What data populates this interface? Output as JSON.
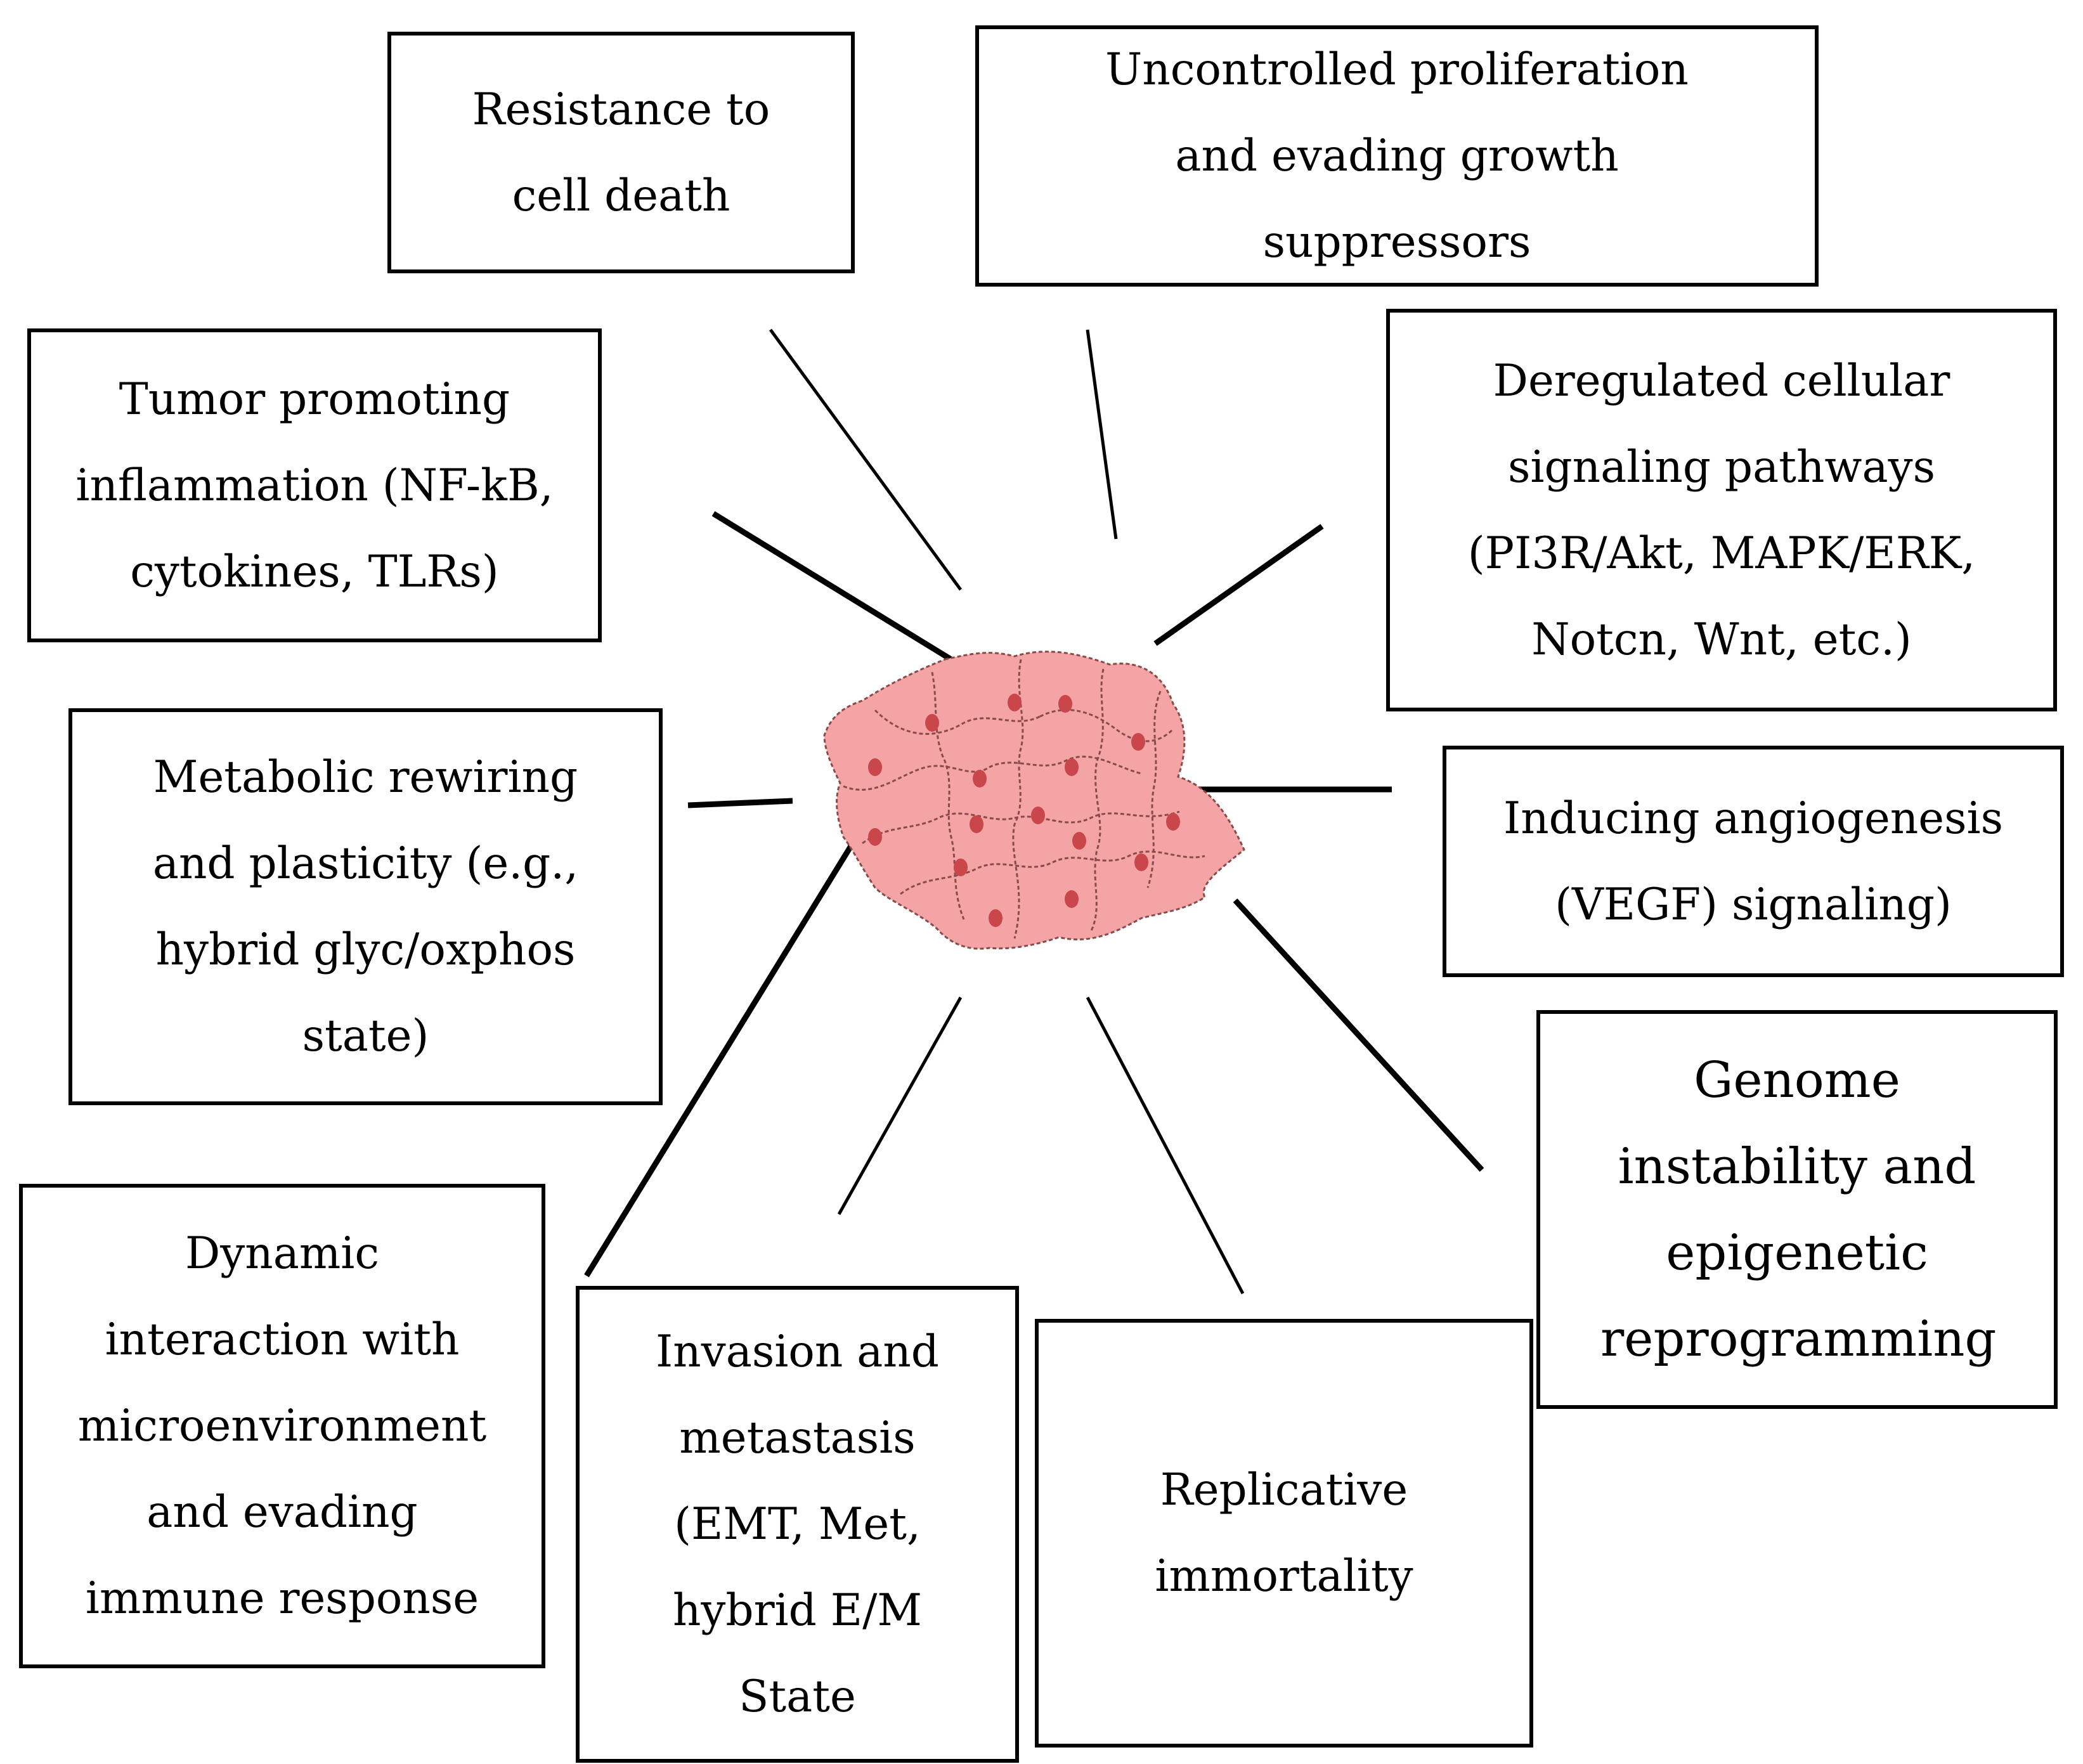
{
  "colors": {
    "line": "#000000",
    "box_border": "#000000",
    "cell_fill": "#f4a4a4",
    "cell_outline": "#8a4a4a",
    "nucleus": "#c9474a"
  },
  "hallmarks": {
    "resistance_death": "Resistance to cell death",
    "uncontrolled_proliferation": "Uncontrolled proliferation and evading growth suppressors",
    "tumor_inflammation": "Tumor promoting inflammation (NF-kB, cytokines, TLRs)",
    "deregulated_signaling": "Deregulated cellular signaling pathways (PI3R/Akt, MAPK/ERK, Notcn, Wnt, etc.)",
    "metabolic_rewiring": "Metabolic rewiring and plasticity (e.g., hybrid glyc/oxphos state)",
    "angiogenesis": "Inducing angiogenesis (VEGF) signaling)",
    "genome_instability": "Genome instability and epigenetic reprogramming",
    "microenvironment": "Dynamic interaction with microenvironment and evading immune response",
    "invasion_metastasis": "Invasion and metastasis (EMT, Met, hybrid E/M State",
    "replicative_immortality": "Replicative immortality"
  }
}
